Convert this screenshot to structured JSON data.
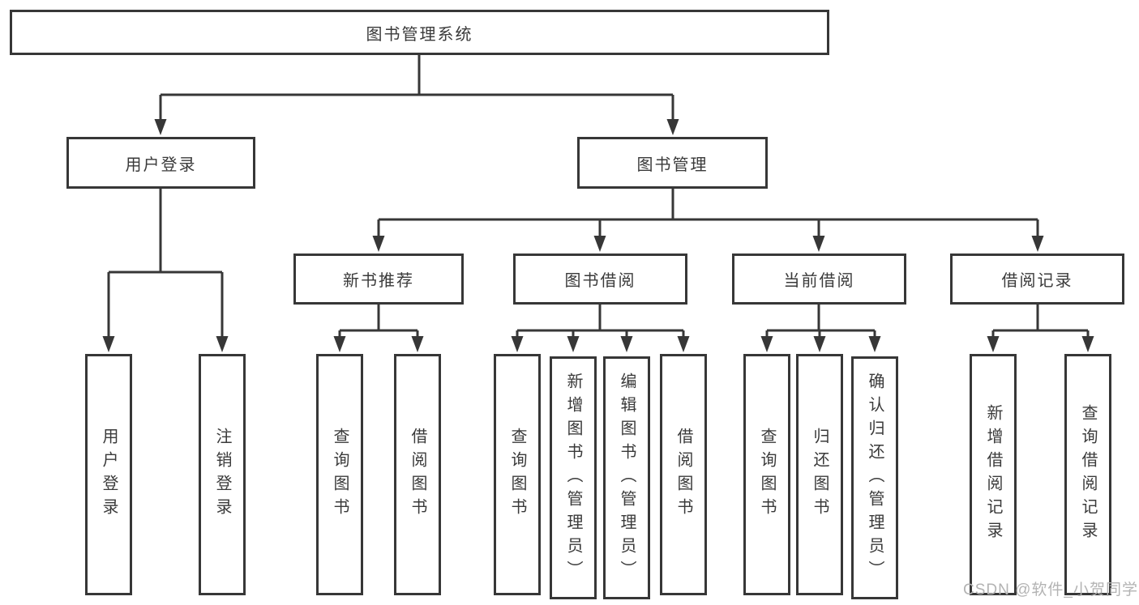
{
  "diagram": {
    "type": "tree",
    "root": {
      "label": "图书管理系统",
      "children": [
        {
          "label": "用户登录",
          "children": [
            {
              "label": "用户登录"
            },
            {
              "label": "注销登录"
            }
          ]
        },
        {
          "label": "图书管理",
          "children": [
            {
              "label": "新书推荐",
              "children": [
                {
                  "label": "查询图书"
                },
                {
                  "label": "借阅图书"
                }
              ]
            },
            {
              "label": "图书借阅",
              "children": [
                {
                  "label": "查询图书"
                },
                {
                  "label": "新增图书（管理员）"
                },
                {
                  "label": "编辑图书（管理员）"
                },
                {
                  "label": "借阅图书"
                }
              ]
            },
            {
              "label": "当前借阅",
              "children": [
                {
                  "label": "查询图书"
                },
                {
                  "label": "归还图书"
                },
                {
                  "label": "确认归还（管理员）"
                }
              ]
            },
            {
              "label": "借阅记录",
              "children": [
                {
                  "label": "新增借阅记录"
                },
                {
                  "label": "查询借阅记录"
                }
              ]
            }
          ]
        }
      ]
    }
  },
  "watermark": {
    "text": "CSDN @软件_小贺同学"
  },
  "colors": {
    "background": "#ffffff",
    "line": "#373737",
    "box_border": "#373737",
    "box_fill": "#ffffff",
    "text": "#3a3a3a",
    "watermark": "#b3b3b3"
  }
}
